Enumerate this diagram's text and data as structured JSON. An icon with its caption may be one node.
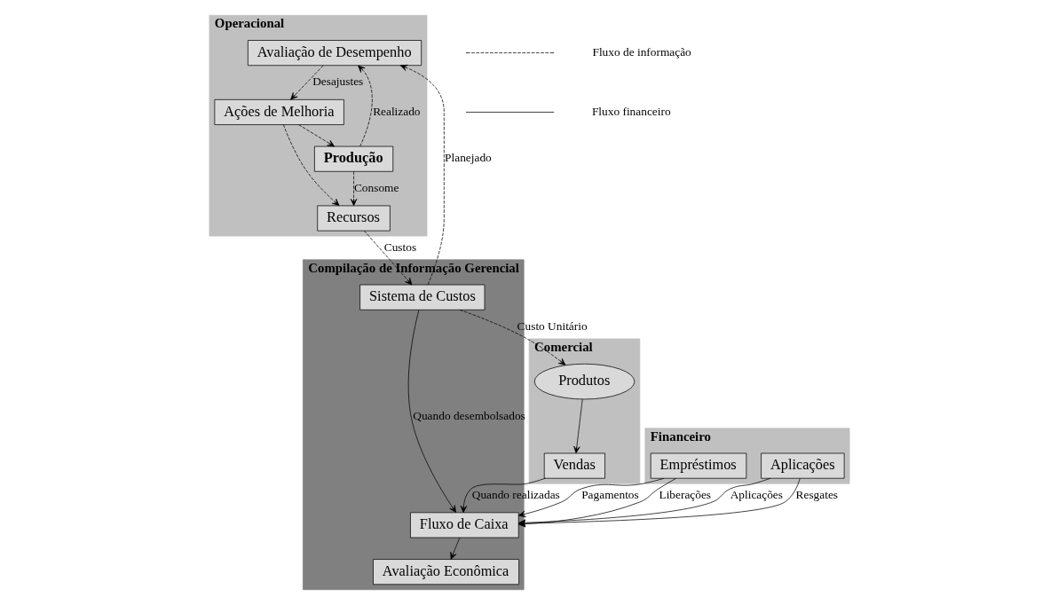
{
  "diagram": {
    "nodes": [
      {
        "text": [
          "Operacional"
        ]
      },
      {
        "text": [
          "Avaliação de Desempenho"
        ],
        "in": 0
      },
      {
        "text": [
          "Ações de Melhoria"
        ],
        "in": 0
      },
      {
        "text": [
          "Recursos"
        ],
        "in": 0
      },
      {
        "text": [
          "Produção"
        ],
        "in": 0
      },
      {
        "text": [
          "Compilação de Informação Gerencial"
        ]
      },
      {
        "text": [
          "Sistema de Custos"
        ],
        "in": 5
      },
      {
        "text": [
          "Fluxo de Caixa"
        ],
        "in": 5
      },
      {
        "text": [
          "Avaliação Econômica"
        ],
        "in": 5
      },
      {
        "text": [
          "Financeiro"
        ]
      },
      {
        "text": [
          "Empréstimos"
        ],
        "in": 9
      },
      {
        "text": [
          "Aplicações"
        ],
        "in": 9
      },
      {
        "text": [
          "Comercial"
        ]
      },
      {
        "text": [
          "Vendas"
        ],
        "in": 12
      },
      {
        "text": [
          "Produtos"
        ],
        "in": 12
      }
    ],
    "edges": [
      {
        "from": 6,
        "to": 1,
        "arrow": "to",
        "label": "Planejado",
        "style": "dashed"
      },
      {
        "from": 1,
        "to": 2,
        "arrow": "to",
        "label": "Desajustes",
        "style": "dashed"
      },
      {
        "from": 2,
        "to": 3,
        "arrow": "to",
        "style": "dashed"
      },
      {
        "from": 2,
        "to": 4,
        "arrow": "to",
        "style": "dashed"
      },
      {
        "from": 3,
        "to": 6,
        "arrow": "to",
        "label": "Custos",
        "style": "dashed"
      },
      {
        "from": 4,
        "to": 1,
        "arrow": "to",
        "label": "Realizado",
        "style": "dashed"
      },
      {
        "from": 4,
        "to": 3,
        "arrow": "to",
        "label": "Consome",
        "style": "dashed"
      },
      {
        "from": 6,
        "to": 14,
        "arrow": "to",
        "label": "Custo Unitário",
        "style": "dashed"
      },
      {
        "from": 6,
        "to": 7,
        "arrow": "to",
        "label": "Quando desembolsados"
      },
      {
        "from": 10,
        "to": 7,
        "arrow": "to",
        "label": "Pagamentos"
      },
      {
        "from": 11,
        "to": 7,
        "arrow": "to",
        "label": "Aplicações"
      },
      {
        "from": 10,
        "to": 7,
        "arrow": "to",
        "label": "Liberações"
      },
      {
        "from": 11,
        "to": 7,
        "arrow": "to",
        "label": "Resgates"
      },
      {
        "from": 13,
        "to": 7,
        "arrow": "to",
        "label": "Quando realizadas"
      },
      {
        "from": 7,
        "to": 8,
        "arrow": "to"
      },
      {
        "from": 14,
        "to": 13,
        "arrow": "to"
      }
    ],
    "legend": [
      {
        "text": "Fluxo de informação"
      },
      {
        "text": "Fluxo financeiro"
      }
    ]
  }
}
